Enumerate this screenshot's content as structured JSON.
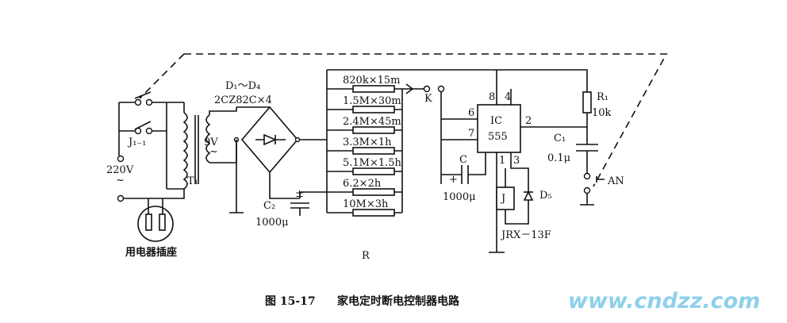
{
  "labels": {
    "diodes": "D₁～D₄",
    "diodes_part": "2CZ82C×4",
    "transformer_secondary": "9V",
    "transformer_ac": "~",
    "relay_contact": "J₁₋₁",
    "mains_voltage": "220V",
    "mains_ac": "~",
    "transformer": "T₁",
    "cap2": "C₂",
    "cap2_value": "1000μ",
    "socket": "用电器插座",
    "switch_k": "K",
    "timing_cap": "C",
    "timing_cap_value": "1000μ",
    "resistor_r": "R",
    "ic_name": "IC",
    "ic_part": "555",
    "pin8": "8",
    "pin4": "4",
    "pin6": "6",
    "pin7": "7",
    "pin2": "2",
    "pin1": "1",
    "pin3": "3",
    "r1": "R₁",
    "r1_value": "10k",
    "c1": "C₁",
    "c1_value": "0.1μ",
    "button": "AN",
    "relay": "J",
    "d5": "D₅",
    "relay_part": "JRX－13F",
    "plus": "+",
    "plus_c2": "±"
  },
  "resistor_ladder": [
    "820k×15m",
    "1.5M×30m",
    "2.4M×45m",
    "3.3M×1h",
    "5.1M×1.5h",
    "6.2×2h",
    "10M×3h"
  ],
  "caption": {
    "number": "图 15-17",
    "title": "家电定时断电控制器电路"
  },
  "watermark": "www.cndzz.com"
}
